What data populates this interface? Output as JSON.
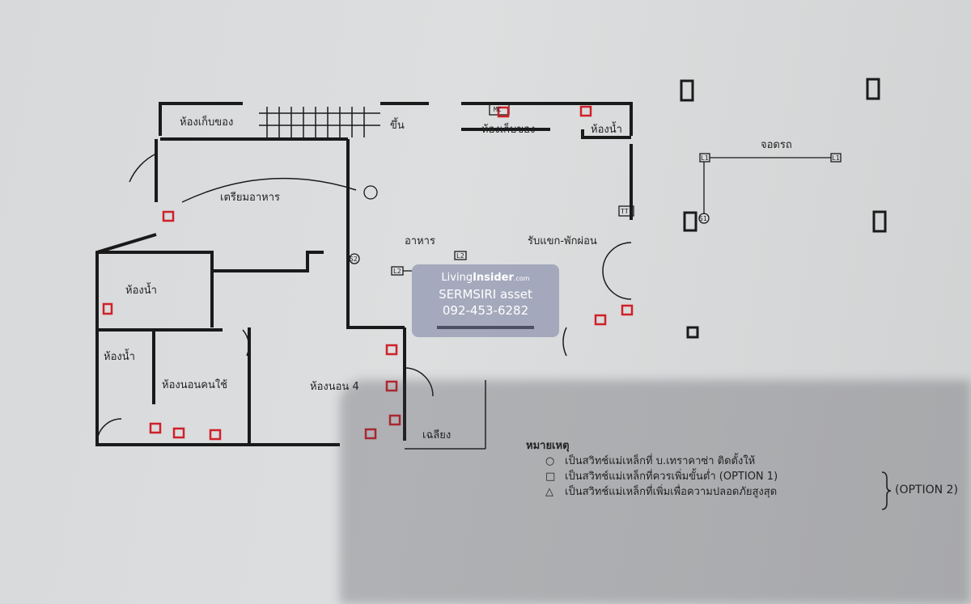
{
  "rooms": {
    "storage_left": "ห้องเก็บของ",
    "stairs_up": "ขึ้น",
    "storage_right": "ห้องเก็บของ",
    "bath_top": "ห้องน้ำ",
    "prep": "เตรียมอาหาร",
    "dining": "อาหาร",
    "living": "รับแขก-พักผ่อน",
    "bath_mid": "ห้องน้ำ",
    "bath_low": "ห้องน้ำ",
    "maid_room": "ห้องนอนคนใช้",
    "bedroom4": "ห้องนอน 4",
    "terrace": "เฉลียง",
    "parking": "จอดรถ"
  },
  "fixtures": {
    "mc": "MC",
    "tt": "TT",
    "l1a": "L1",
    "l1b": "L1",
    "l2a": "L2",
    "l2b": "L2",
    "s1": "S1",
    "s2": "S2"
  },
  "legend": {
    "title": "หมายเหตุ",
    "items": [
      {
        "symbol": "○",
        "text": "เป็นสวิทช์แม่เหล็กที่ บ.เทราคาซ่า ติดตั้งให้"
      },
      {
        "symbol": "□",
        "text": "เป็นสวิทช์แม่เหล็กที่ควรเพิ่มขั้นต่ำ (OPTION 1)"
      },
      {
        "symbol": "△",
        "text": "เป็นสวิทช์แม่เหล็กที่เพิ่มเพื่อความปลอดภัยสูงสุด"
      }
    ],
    "option2": "(OPTION 2)"
  },
  "watermark": {
    "brand_light": "Living",
    "brand_bold": "Insider",
    "brand_suffix": ".com",
    "name": "SERMSIRI asset",
    "phone": "092-453-6282"
  },
  "colors": {
    "wall": "#1a1a1a",
    "marker": "#d0202a",
    "paper": "#d8dadb"
  }
}
